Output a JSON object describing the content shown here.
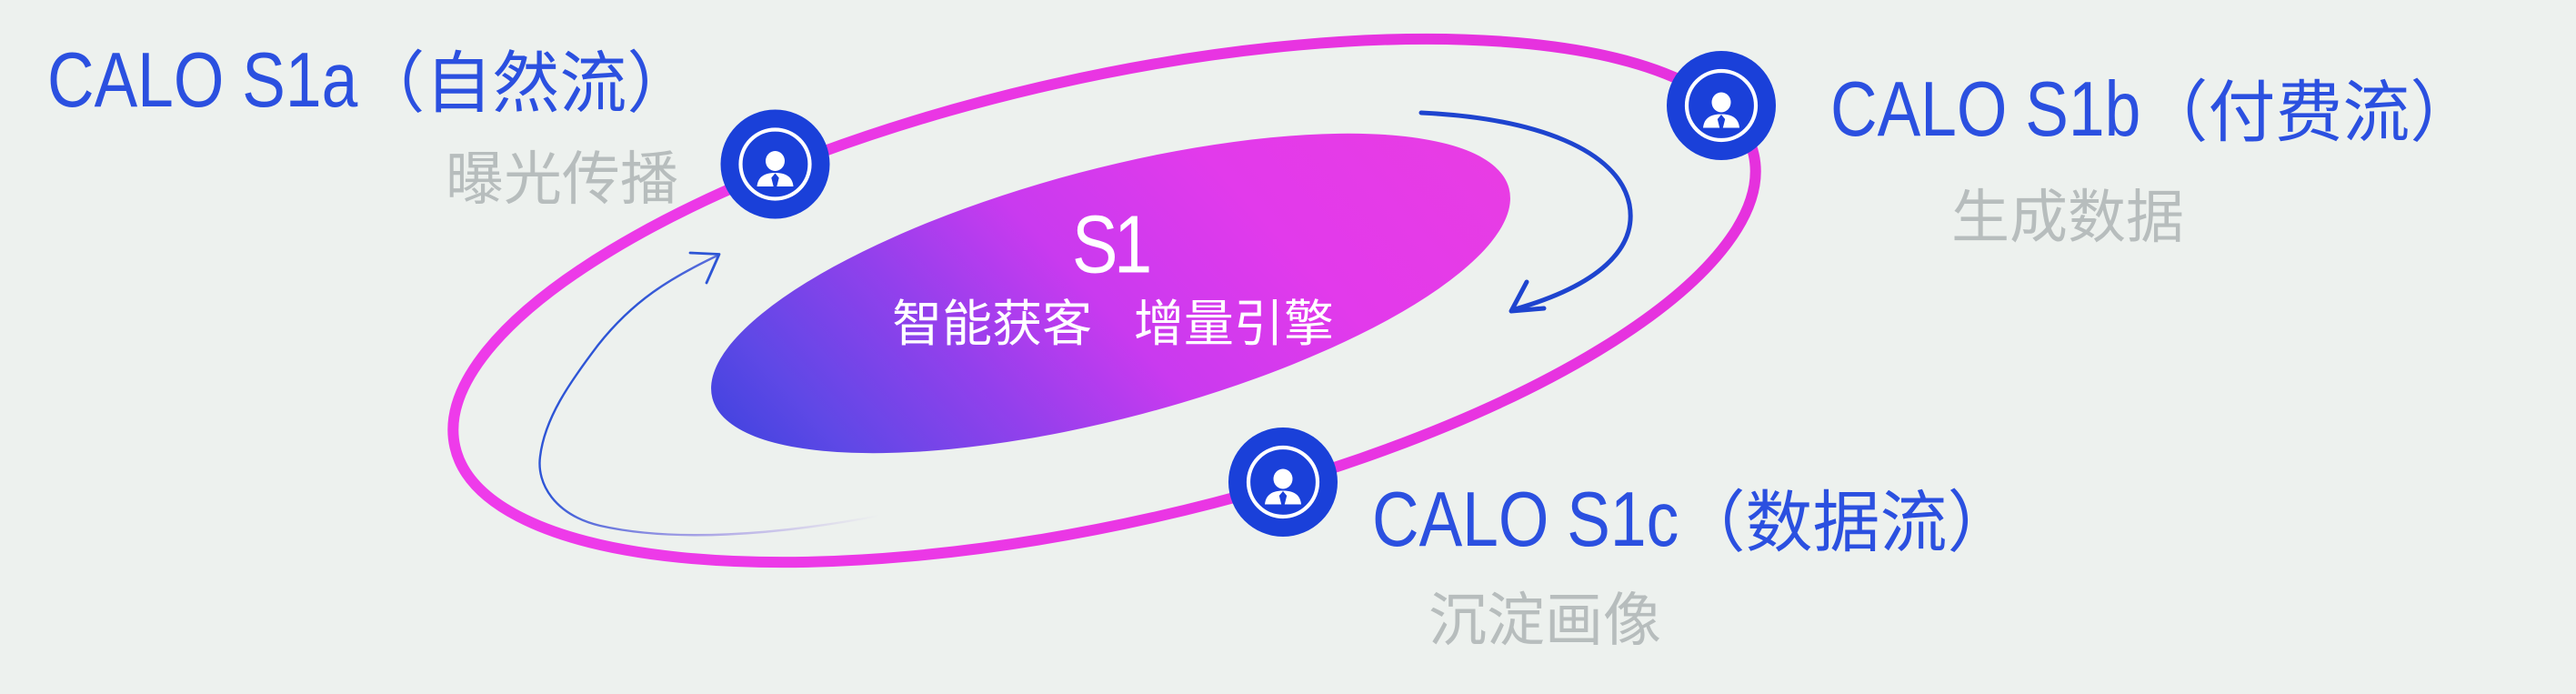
{
  "background_color": "#edf1ee",
  "colors": {
    "label_blue": "#2b50e0",
    "badge_blue": "#1a40d9",
    "orbit_magenta": "#e838dd",
    "subtitle_grey": "#b7bdbd",
    "arrow_blue": "#1e44cf",
    "ellipse_gradient": [
      "#4544e0",
      "#9440ec",
      "#c93aef",
      "#e83ce4"
    ]
  },
  "center": {
    "title": "S1",
    "tagline": "智能获客   增量引擎"
  },
  "nodes": [
    {
      "id": "s1a",
      "label": "CALO S1a（自然流）",
      "code": "CALO S1a",
      "paren": "（自然流）",
      "subtitle": "曝光传播"
    },
    {
      "id": "s1b",
      "label": "CALO S1b（付费流）",
      "code": "CALO S1b",
      "paren": "（付费流）",
      "subtitle": "生成数据"
    },
    {
      "id": "s1c",
      "label": "CALO S1c（数据流）",
      "code": "CALO S1c",
      "paren": "（数据流）",
      "subtitle": "沉淀画像"
    }
  ]
}
